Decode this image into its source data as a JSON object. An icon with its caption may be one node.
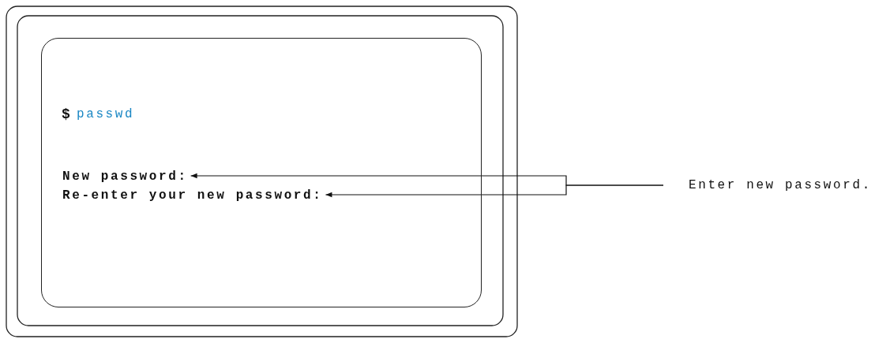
{
  "diagram": {
    "nodes": [
      {
        "text": [],
        "shape": "box"
      },
      {
        "text": [
          "New password:"
        ],
        "in": 0
      },
      {
        "text": [
          "Re-enter your new password:"
        ],
        "in": 0
      },
      {
        "text": [
          "Enter new password."
        ]
      }
    ],
    "edges": [
      {
        "from": 3,
        "to": 1,
        "arrow": "to"
      },
      {
        "from": 3,
        "to": 2,
        "arrow": "to"
      }
    ],
    "labels": [
      "$",
      "passwd"
    ]
  }
}
